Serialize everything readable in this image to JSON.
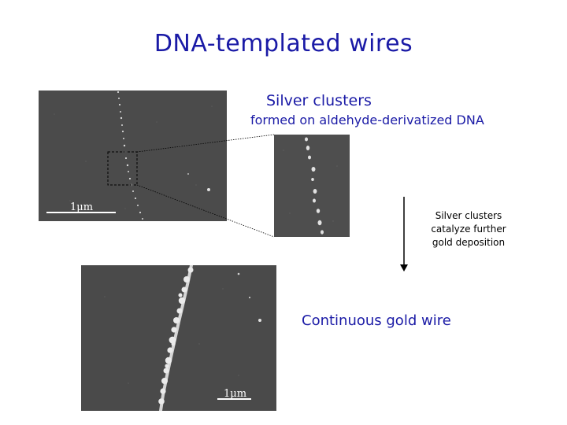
{
  "title": "DNA-templated wires",
  "labels": {
    "silver_clusters": "Silver clusters",
    "formed_on": "formed on aldehyde-derivatized DNA",
    "catalyze_line1": "Silver clusters",
    "catalyze_line2": "catalyze further",
    "catalyze_line3": "gold deposition",
    "continuous_gold": "Continuous gold wire"
  },
  "scale_bars": {
    "top_left": "1μm",
    "bottom": "1μm"
  },
  "colors": {
    "title_blue": "#1a1aa6",
    "sem_background": "#4a4a4a",
    "deposit": "#e6e6e6"
  }
}
